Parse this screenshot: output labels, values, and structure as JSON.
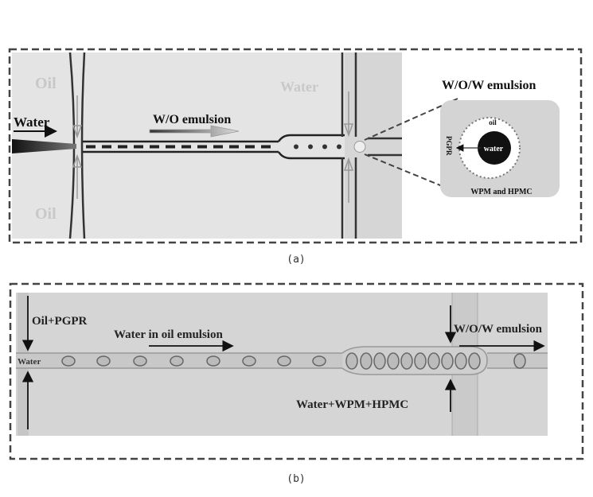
{
  "panel_a": {
    "caption": "(a)",
    "oil_top": "Oil",
    "oil_bottom": "Oil",
    "water_inlet": "Water",
    "water_side": "Water",
    "wo_emulsion": "W/O emulsion",
    "wow_emulsion": "W/O/W emulsion",
    "inset": {
      "oil": "oil",
      "water": "water",
      "pgpr": "PGPR",
      "shell": "WPM and HPMC"
    }
  },
  "panel_b": {
    "caption": "(b)",
    "oil_pgpr": "Oil+PGPR",
    "water": "Water",
    "water_in_oil": "Water in oil emulsion",
    "wow_emulsion": "W/O/W emulsion",
    "water_wpm_hpmc": "Water+WPM+HPMC"
  }
}
